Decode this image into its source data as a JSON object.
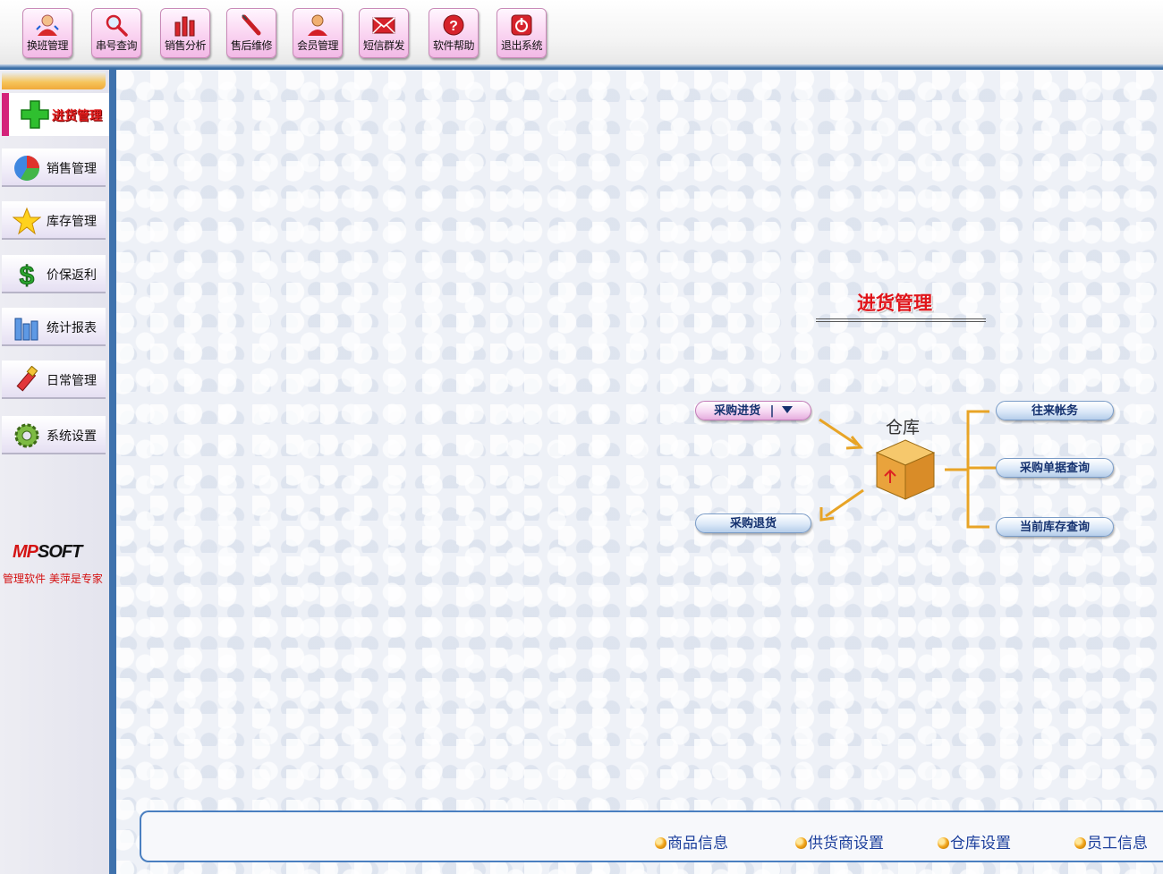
{
  "toolbar": {
    "buttons": [
      {
        "label": "换班管理",
        "icon": "shift-user-icon"
      },
      {
        "label": "串号查询",
        "icon": "magnifier-icon"
      },
      {
        "label": "销售分析",
        "icon": "bar-chart-icon"
      },
      {
        "label": "售后维修",
        "icon": "screwdriver-icon"
      },
      {
        "label": "会员管理",
        "icon": "member-icon"
      },
      {
        "label": "短信群发",
        "icon": "envelope-icon"
      },
      {
        "label": "软件帮助",
        "icon": "help-icon"
      },
      {
        "label": "退出系统",
        "icon": "power-icon"
      }
    ]
  },
  "sidebar": {
    "active": {
      "label": "进货管理",
      "icon": "green-plus-icon"
    },
    "items": [
      {
        "label": "销售管理",
        "icon": "pie-chart-icon"
      },
      {
        "label": "库存管理",
        "icon": "star-icon"
      },
      {
        "label": "价保返利",
        "icon": "dollar-icon"
      },
      {
        "label": "统计报表",
        "icon": "bars-icon"
      },
      {
        "label": "日常管理",
        "icon": "brush-icon"
      },
      {
        "label": "系统设置",
        "icon": "gear-icon"
      }
    ],
    "logo": {
      "part1": "MP",
      "part2": "SOFT"
    },
    "slogan": "管理软件  美萍是专家"
  },
  "diagram": {
    "title": "进货管理",
    "center_label": "仓库",
    "center_icon": "box-icon",
    "purchase_in": {
      "label": "采购进货",
      "dropdown_icon": "triangle-down-icon"
    },
    "purchase_return": {
      "label": "采购退货"
    },
    "right_links": [
      "往来帐务",
      "采购单据查询",
      "当前库存查询"
    ],
    "connector_color": "#e8a426"
  },
  "bottom_links": [
    "商品信息",
    "供货商设置",
    "仓库设置",
    "员工信息"
  ]
}
